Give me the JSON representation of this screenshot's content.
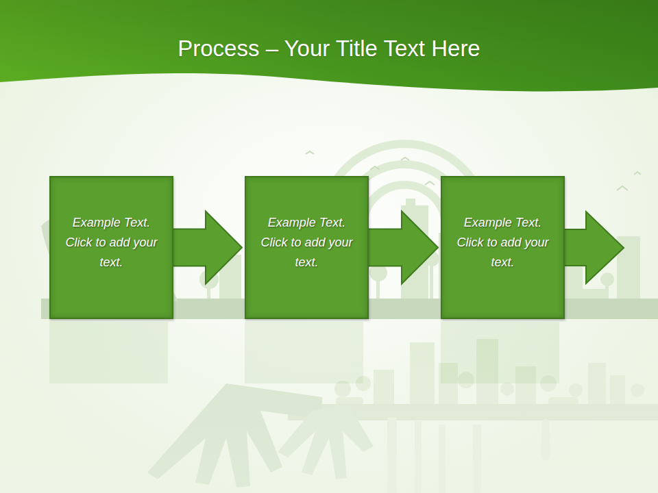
{
  "diagram": {
    "title": "Process – Your Title Text Here",
    "nodes": [
      {
        "text": [
          "Example Text. Click to add your text."
        ]
      },
      {
        "text": [
          "Example Text. Click to add your text."
        ]
      },
      {
        "text": [
          "Example Text. Click to add your text."
        ]
      }
    ],
    "edges": [
      {
        "from": 0,
        "to": 1,
        "arrow": "to"
      },
      {
        "from": 1,
        "to": 2,
        "arrow": "to"
      }
    ]
  }
}
